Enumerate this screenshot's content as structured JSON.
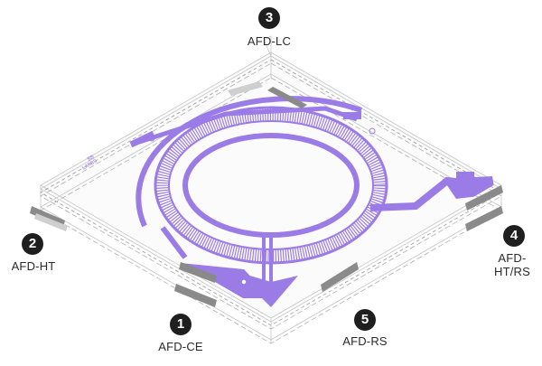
{
  "colors": {
    "trace": "#9b7be6",
    "pad": "#8a8a8a",
    "frame": "#b8b8b8",
    "badge": "#1f1f1f"
  },
  "board_text": [
    "BB",
    "LAMBS"
  ],
  "callouts": [
    {
      "number": "1",
      "label": "AFD-CE"
    },
    {
      "number": "2",
      "label": "AFD-HT"
    },
    {
      "number": "3",
      "label": "AFD-LC"
    },
    {
      "number": "4",
      "label_lines": [
        "AFD-",
        "HT/RS"
      ]
    },
    {
      "number": "5",
      "label": "AFD-RS"
    }
  ]
}
